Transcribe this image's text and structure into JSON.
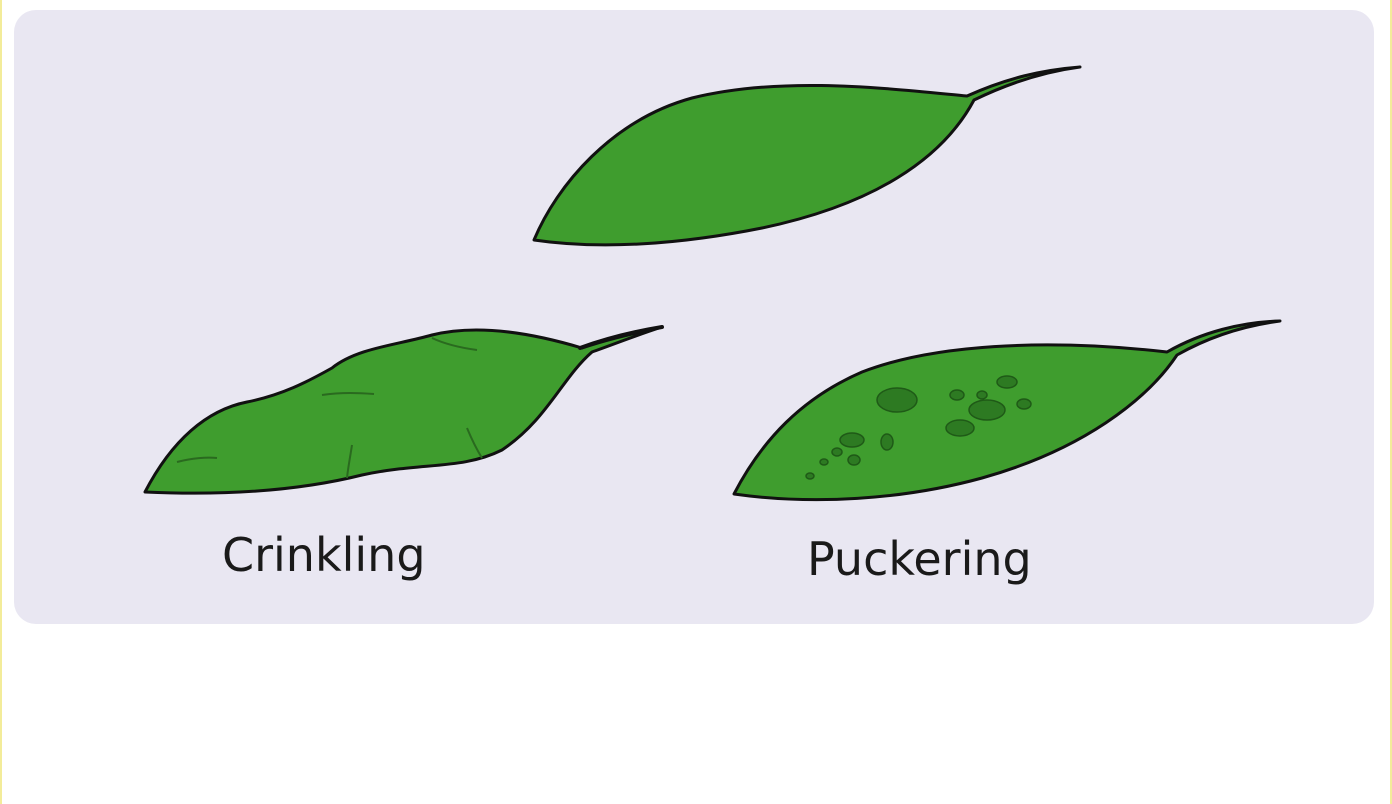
{
  "labels": {
    "crinkling": "Crinkling",
    "puckering": "Puckering"
  },
  "colors": {
    "panel_background": "#e9e7f2",
    "leaf_fill": "#3f9d2e",
    "leaf_outline": "#111111",
    "frame_border": "#f3ec9a"
  },
  "leaves": [
    {
      "name": "normal-leaf",
      "condition": "normal"
    },
    {
      "name": "crinkled-leaf",
      "condition": "crinkling"
    },
    {
      "name": "puckered-leaf",
      "condition": "puckering"
    }
  ]
}
